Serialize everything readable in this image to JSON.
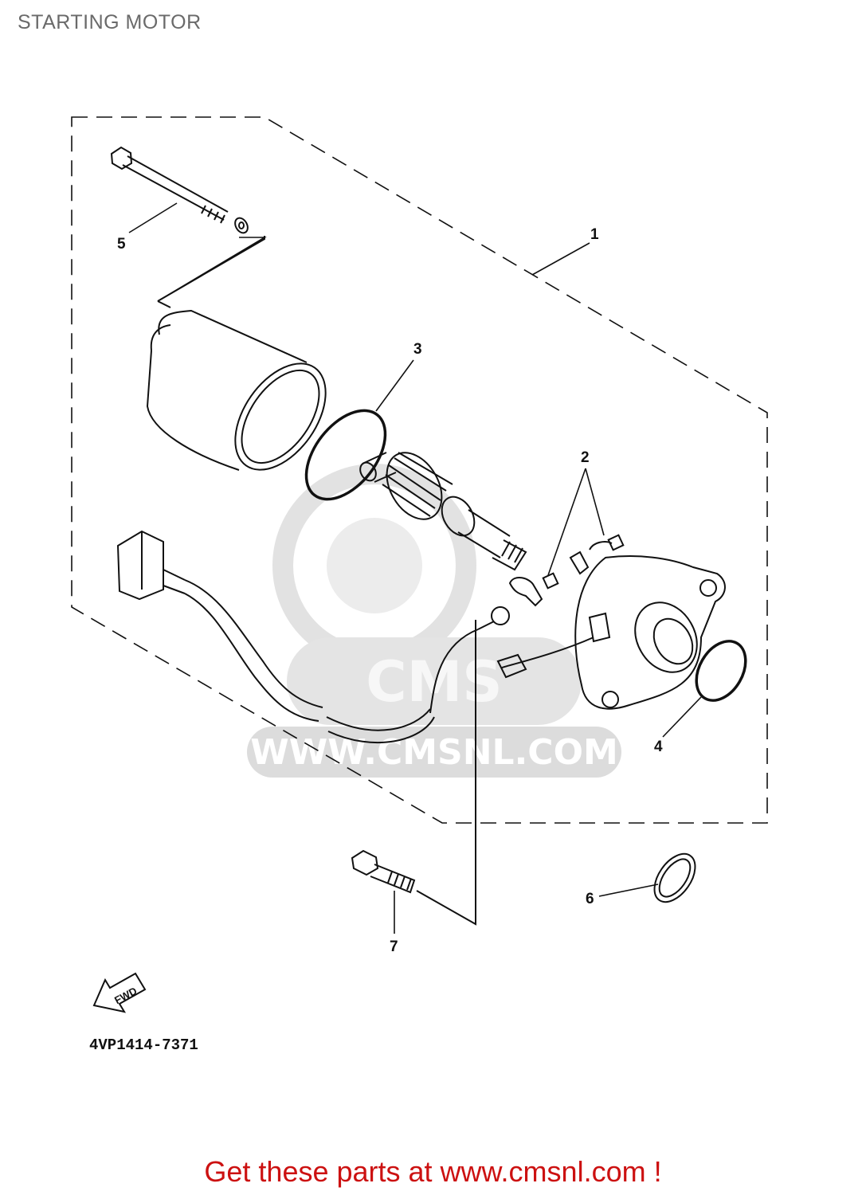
{
  "header": {
    "title": "STARTING MOTOR"
  },
  "diagram": {
    "code": "4VP1414-7371",
    "fwd_label": "FWD",
    "callouts": [
      {
        "id": "1",
        "label": "1"
      },
      {
        "id": "2",
        "label": "2"
      },
      {
        "id": "3",
        "label": "3"
      },
      {
        "id": "4",
        "label": "4"
      },
      {
        "id": "5",
        "label": "5"
      },
      {
        "id": "6",
        "label": "6"
      },
      {
        "id": "7",
        "label": "7"
      }
    ]
  },
  "watermark": {
    "text": "WWW.CMSNL.COM",
    "logo": "CMS"
  },
  "footer": {
    "link_text": "Get these parts at www.cmsnl.com !"
  }
}
